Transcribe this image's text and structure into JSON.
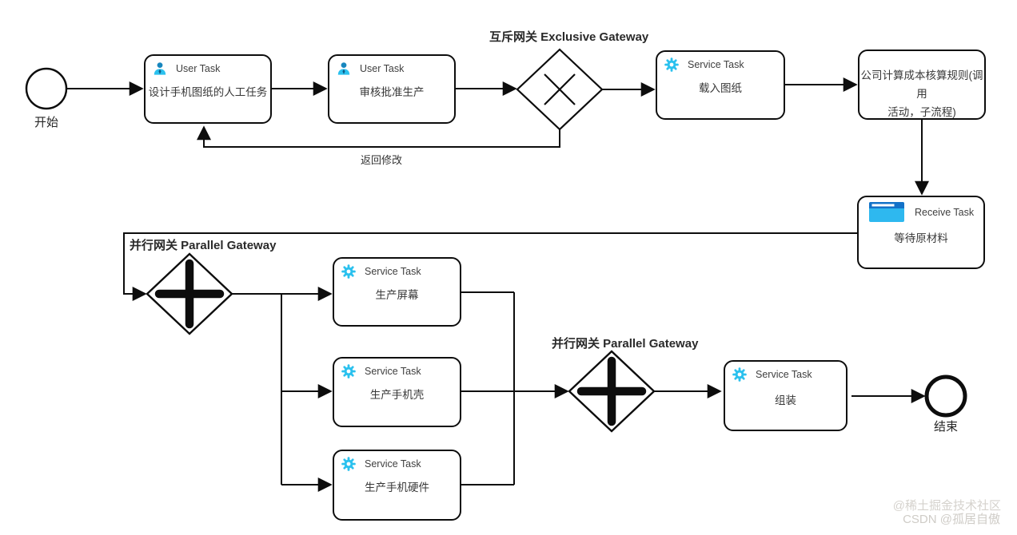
{
  "nodes": {
    "start": {
      "label": "开始"
    },
    "task_design": {
      "type": "User Task",
      "text": "设计手机图纸的人工任务"
    },
    "task_approve": {
      "type": "User Task",
      "text": "审核批准生产"
    },
    "gateway_exclusive": {
      "label": "互斥网关 Exclusive Gateway"
    },
    "task_load": {
      "type": "Service Task",
      "text": "载入图纸"
    },
    "task_cost": {
      "text_line1": "公司计算成本核算规则(调用",
      "text_line2": "活动，子流程)"
    },
    "task_wait": {
      "type": "Receive Task",
      "text": "等待原材料"
    },
    "gateway_parallel_split": {
      "label": "并行网关 Parallel Gateway"
    },
    "task_screen": {
      "type": "Service Task",
      "text": "生产屏幕"
    },
    "task_case": {
      "type": "Service Task",
      "text": "生产手机壳"
    },
    "task_hardware": {
      "type": "Service Task",
      "text": "生产手机硬件"
    },
    "gateway_parallel_join": {
      "label": "并行网关 Parallel Gateway"
    },
    "task_assemble": {
      "type": "Service Task",
      "text": "组装"
    },
    "end": {
      "label": "结束"
    }
  },
  "edges": {
    "return_label": "返回修改"
  },
  "icons": {
    "user_icon": "person silhouette",
    "gear_icon": "service gear",
    "message_icon": "receive message panel"
  },
  "colors": {
    "accent_cyan": "#2bc1ee",
    "icon_dark_blue": "#1786be",
    "message_header_blue": "#1372c8",
    "line_black": "#0d0d0d",
    "watermark_gray": "#d5d2cd"
  },
  "watermark": {
    "line1": "@稀土掘金技术社区",
    "line2": "CSDN @孤居自傲"
  }
}
